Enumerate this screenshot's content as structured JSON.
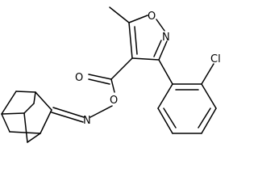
{
  "molecule": {
    "atoms": {
      "ring_oxygen": "O",
      "ring_nitrogen": "N",
      "carbonyl_oxygen": "O",
      "ester_oxygen": "O",
      "oxime_nitrogen": "N",
      "chlorine": "Cl"
    }
  }
}
